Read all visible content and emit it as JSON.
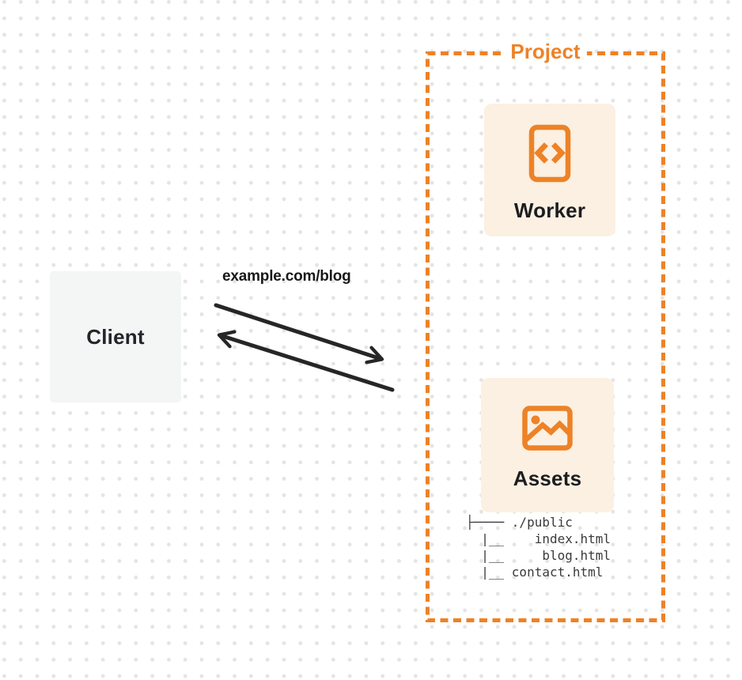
{
  "diagram": {
    "client": {
      "label": "Client"
    },
    "request_label": "example.com/blog",
    "project": {
      "title": "Project",
      "worker": {
        "label": "Worker",
        "icon": "code-file-icon"
      },
      "assets": {
        "label": "Assets",
        "icon": "image-icon",
        "file_tree": "├──── ./public\n  |__    index.html\n  |__     blog.html\n  |__ contact.html"
      }
    },
    "colors": {
      "accent_orange": "#ed8227",
      "card_background": "#fbf0e1",
      "client_background": "#f4f5f5",
      "arrow": "#262626",
      "dot_grid": "#e4e4e4",
      "text_dark": "#1c1d20",
      "mono_text": "#3a3a3a"
    }
  }
}
